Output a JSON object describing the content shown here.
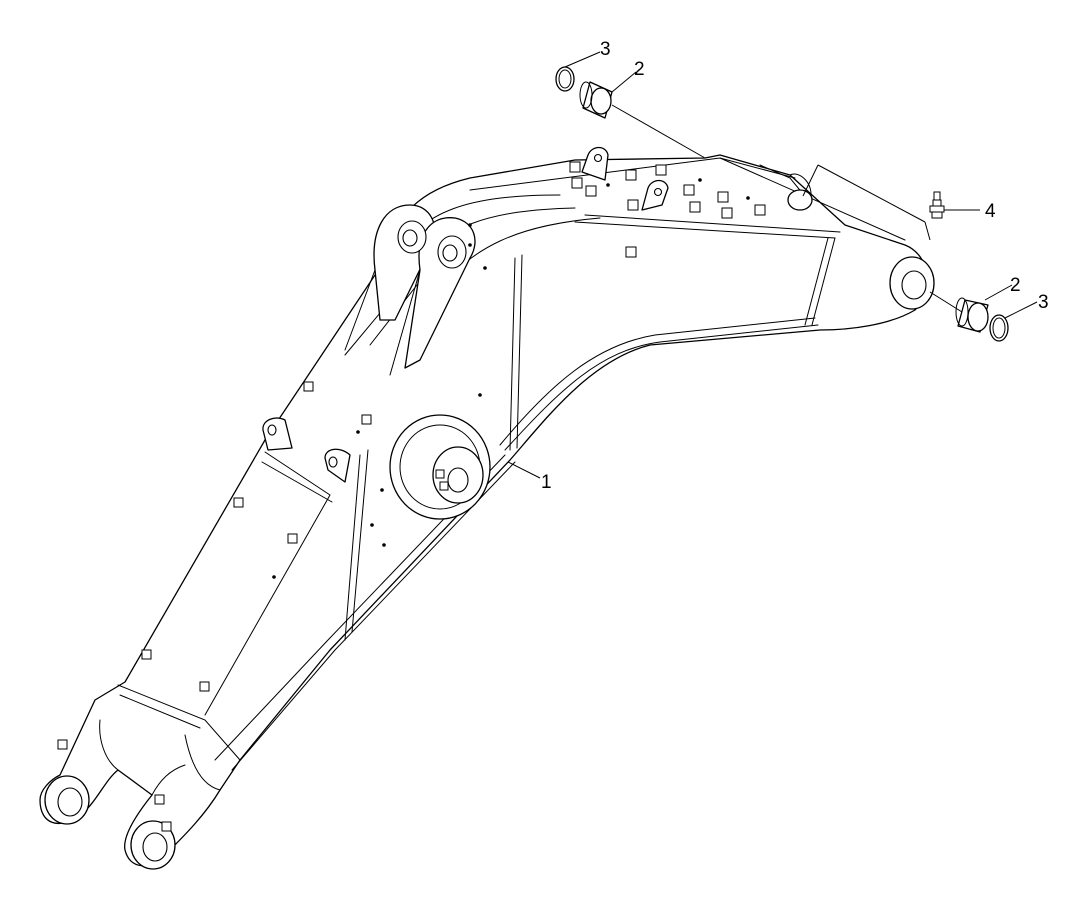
{
  "callouts": [
    {
      "id": "boom",
      "label": "1"
    },
    {
      "id": "bushing-top",
      "label": "2"
    },
    {
      "id": "ring-top",
      "label": "3"
    },
    {
      "id": "grease-fitting",
      "label": "4"
    },
    {
      "id": "bushing-right",
      "label": "2"
    },
    {
      "id": "ring-right",
      "label": "3"
    }
  ]
}
